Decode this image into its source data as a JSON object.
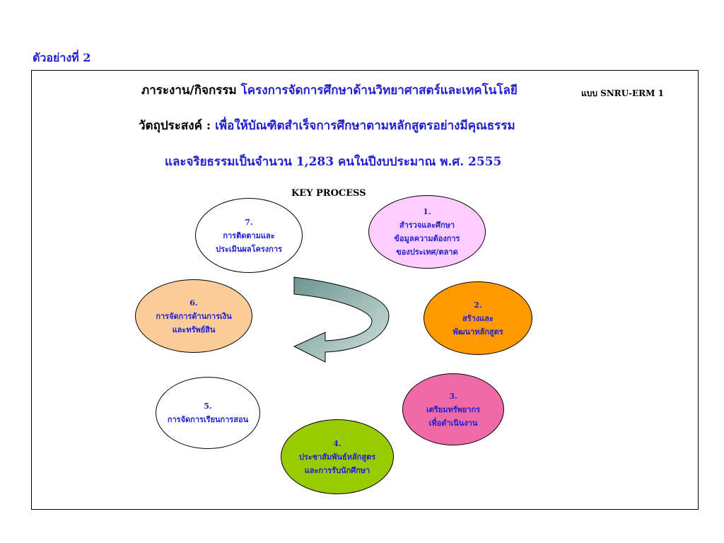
{
  "example_label": "ตัวอย่างที่ 2",
  "header": {
    "task_label": "ภาระงาน/กิจกรรม",
    "project_name": "โครงการจัดการศึกษาด้านวิทยาศาสตร์และเทคโนโลยี",
    "objective_label": "วัตถุประสงค์ :",
    "objective_line1": "เพื่อให้บัณฑิตสำเร็จการศึกษาตามหลักสูตรอย่างมีคุณธรรม",
    "objective_line2": "และจริยธรรมเป็นจำนวน 1,283 คนในปีงบประมาณ พ.ศ. 2555",
    "form_code": "แบบ SNRU-ERM 1"
  },
  "diagram": {
    "title": "KEY PROCESS",
    "steps": [
      {
        "number": "1.",
        "line1": "สำรวจและศึกษา",
        "line2": "ข้อมูลความต้องการ",
        "line3": "ของประเทศ/ตลาด",
        "fill": "#ffccff"
      },
      {
        "number": "2.",
        "line1": "สร้างและ",
        "line2": "พัฒนาหลักสูตร",
        "fill": "#ff9900"
      },
      {
        "number": "3.",
        "line1": "เตรียมทรัพยากร",
        "line2": "เพื่อดำเนินงาน",
        "fill": "#f06aa8"
      },
      {
        "number": "4.",
        "line1": "ประชาสัมพันธ์หลักสูตร",
        "line2": "และการรับนักศึกษา",
        "fill": "#99cc00"
      },
      {
        "number": "5.",
        "line1": "การจัดการเรียนการสอน",
        "fill": "#ffffff"
      },
      {
        "number": "6.",
        "line1": "การจัดการด้านการเงิน",
        "line2": "และทรัพย์สิน",
        "fill": "#fccb9a"
      },
      {
        "number": "7.",
        "line1": "การติดตามและ",
        "line2": "ประเมินผลโครงการ",
        "fill": "#ffffff"
      }
    ],
    "arrow_fill_dark": "#6d9690",
    "arrow_fill_light": "#cfe0dc"
  }
}
